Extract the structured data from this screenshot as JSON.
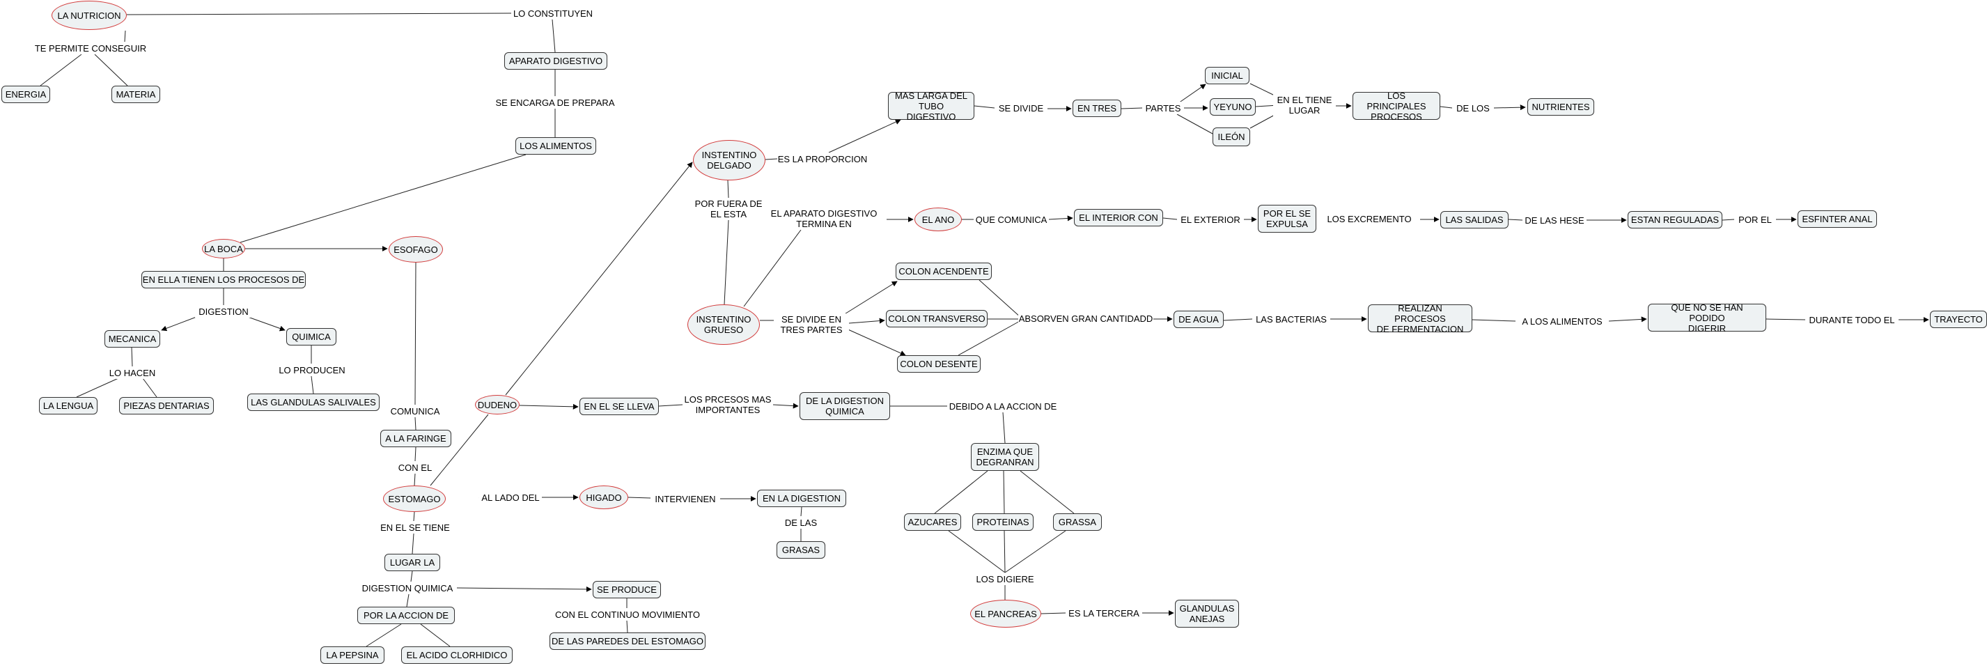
{
  "map": {
    "nodes": {
      "nutricion": "LA NUTRICION",
      "lo_constituyen": "LO CONSTITUYEN",
      "te_permite": "TE PERMITE CONSEGUIR",
      "energia": "ENERGIA",
      "materia": "MATERIA",
      "aparato": "APARATO DIGESTIVO",
      "se_encarga": "SE ENCARGA DE PREPARA",
      "alimentos": "LOS ALIMENTOS",
      "boca": "LA BOCA",
      "esofago": "ESOFAGO",
      "en_ella": "EN ELLA TIENEN LOS PROCESOS DE",
      "digestion": "DIGESTION",
      "mecanica": "MECANICA",
      "quimica": "QUIMICA",
      "lo_hacen": "LO HACEN",
      "lengua": "LA LENGUA",
      "piezas": "PIEZAS DENTARIAS",
      "lo_producen": "LO PRODUCEN",
      "glandulas_sal": "LAS GLANDULAS SALIVALES",
      "comunica": "COMUNICA",
      "faringe": "A LA FARINGE",
      "con_el": "CON EL",
      "estomago": "ESTOMAGO",
      "al_lado": "AL LADO DEL",
      "higado": "HIGADO",
      "intervienen": "INTERVIENEN",
      "en_la_dig": "EN LA DIGESTION",
      "de_las": "DE LAS",
      "grasas": "GRASAS",
      "en_el_se_tiene": "EN EL SE TIENE",
      "lugar_la": "LUGAR LA",
      "dig_quimica": "DIGESTION QUIMICA",
      "se_produce": "SE PRODUCE",
      "con_continuo": "CON EL CONTINUO MOVIMIENTO",
      "paredes": "DE LAS PAREDES DEL ESTOMAGO",
      "por_la_accion": "POR LA ACCION DE",
      "pepsina": "LA PEPSINA",
      "acido": "EL ACIDO CLORHIDICO",
      "dudeno": "DUDENO",
      "en_el_lleva": "EN EL SE LLEVA",
      "procesos_imp": "LOS PRCESOS MAS\nIMPORTANTES",
      "dig_quimica2": "DE LA DIGESTION\nQUIMICA",
      "debido": "DEBIDO A LA ACCION DE",
      "enzima": "ENZIMA QUE\nDEGRANRAN",
      "azucares": "AZUCARES",
      "proteinas": "PROTEINAS",
      "grassa": "GRASSA",
      "los_digiere": "LOS DIGIERE",
      "pancreas": "EL PANCREAS",
      "es_tercera": "ES LA TERCERA",
      "glandulas_anejas": "GLANDULAS\nANEJAS",
      "delgado": "INSTENTINO\nDELGADO",
      "es_proporcion": "ES LA PROPORCION",
      "mas_larga": "MAS LARGA DEL\nTUBO DIGESTIVO",
      "se_divide": "SE DIVIDE",
      "en_tres": "EN TRES",
      "partes": "PARTES",
      "inicial": "INICIAL",
      "yeyuno": "YEYUNO",
      "ileon": "ILEÓN",
      "tiene_lugar": "EN EL TIENE\nLUGAR",
      "principales": "LOS PRINCIPALES\nPROCESOS",
      "de_los": "DE LOS",
      "nutrientes": "NUTRIENTES",
      "por_fuera": "POR FUERA DE\nEL ESTA",
      "grueso": "INSTENTINO\nGRUESO",
      "termina": "EL APARATO DIGESTIVO\nTERMINA EN",
      "ano": "EL ANO",
      "que_comunica": "QUE COMUNICA",
      "interior": "EL INTERIOR CON",
      "exterior": "EL EXTERIOR",
      "expulsa": "POR EL SE\nEXPULSA",
      "excremento": "LOS EXCREMENTO",
      "salidas": "LAS SALIDAS",
      "hese": "DE LAS HESE",
      "reguladas": "ESTAN REGULADAS",
      "por_el": "POR EL",
      "esfinter": "ESFINTER ANAL",
      "se_divide_tres": "SE DIVIDE EN\nTRES PARTES",
      "acendente": "COLON ACENDENTE",
      "transverso": "COLON TRANSVERSO",
      "desente": "COLON DESENTE",
      "absorven": "ABSORVEN GRAN CANTIDADD",
      "agua": "DE AGUA",
      "bacterias": "LAS BACTERIAS",
      "fermentacion": "REALIZAN PROCESOS\nDE FERMENTACION",
      "a_los_alimentos": "A LOS ALIMENTOS",
      "no_digerir": "QUE NO SE HAN PODIDO\nDIGERIR",
      "durante": "DURANTE TODO EL",
      "trayecto": "TRAYECTO"
    }
  }
}
